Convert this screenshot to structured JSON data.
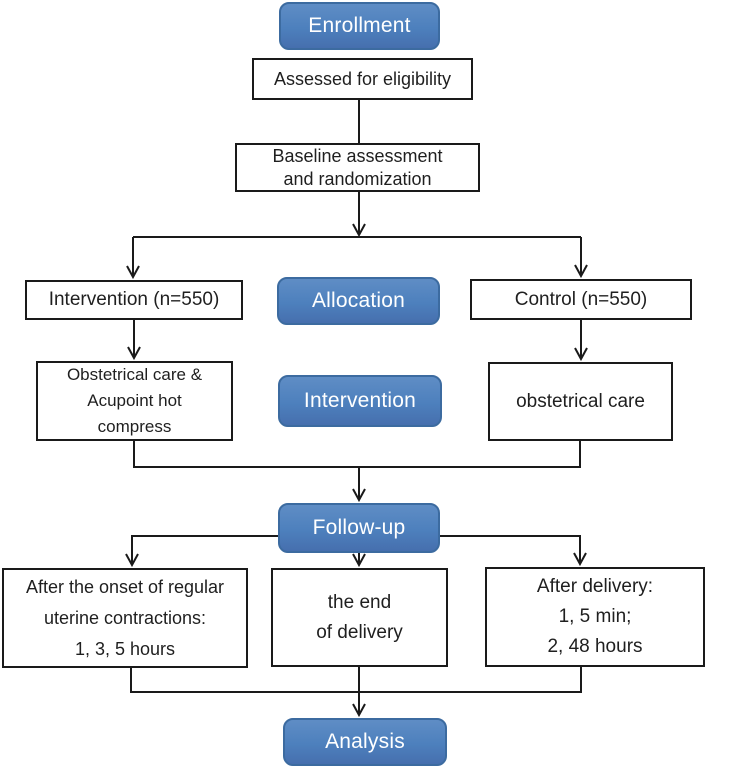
{
  "stages": {
    "enrollment": "Enrollment",
    "allocation": "Allocation",
    "intervention": "Intervention",
    "followup": "Follow-up",
    "analysis": "Analysis"
  },
  "nodes": {
    "assessed": "Assessed for eligibility",
    "baseline": "Baseline assessment\nand randomization",
    "intervention_arm": "Intervention (n=550)",
    "control_arm": "Control (n=550)",
    "intervention_care": "Obstetrical care &\nAcupoint hot\ncompress",
    "control_care": "obstetrical care",
    "followup_left": "After the onset of regular\nuterine contractions:\n1, 3, 5 hours",
    "followup_center": "the end\nof delivery",
    "followup_right": "After delivery:\n1, 5 min;\n2, 48 hours"
  },
  "colors": {
    "stage_fill": "#4d80bd",
    "stage_border": "#3c6ba0",
    "stage_text": "#ffffff",
    "node_border": "#1a1a1a",
    "line": "#1a1a1a",
    "background": "#ffffff"
  }
}
